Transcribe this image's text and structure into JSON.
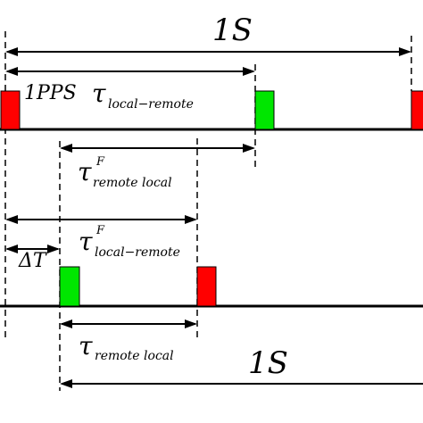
{
  "diagram": {
    "labels": {
      "one_second_top": "1S",
      "pps": "1PPS",
      "tau_symbol": "τ",
      "tau_local_remote_sub": "local−remote",
      "tau_f_remote_local_sup": "F",
      "tau_f_remote_local_sub": "remote  local",
      "tau_f_local_remote_sup": "F",
      "tau_f_local_remote_sub": "local−remote",
      "delta_t": "ΔT",
      "tau_remote_local_sub": "remote  local",
      "one_second_bottom": "1S"
    },
    "colors": {
      "red_pulse": "#ff0000",
      "green_pulse": "#00e600",
      "line": "#000000"
    }
  }
}
